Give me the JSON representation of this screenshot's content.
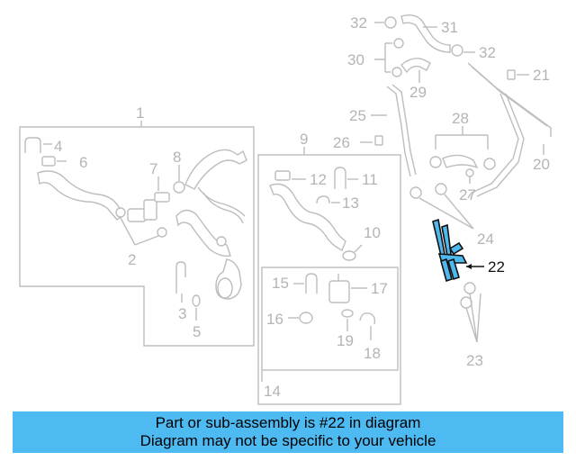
{
  "diagram": {
    "labels": [
      {
        "id": "label-1",
        "text": "1"
      },
      {
        "id": "label-2",
        "text": "2"
      },
      {
        "id": "label-3",
        "text": "3"
      },
      {
        "id": "label-4",
        "text": "4"
      },
      {
        "id": "label-5",
        "text": "5"
      },
      {
        "id": "label-6",
        "text": "6"
      },
      {
        "id": "label-7",
        "text": "7"
      },
      {
        "id": "label-8",
        "text": "8"
      },
      {
        "id": "label-9",
        "text": "9"
      },
      {
        "id": "label-10",
        "text": "10"
      },
      {
        "id": "label-11",
        "text": "11"
      },
      {
        "id": "label-12",
        "text": "12"
      },
      {
        "id": "label-13",
        "text": "13"
      },
      {
        "id": "label-14",
        "text": "14"
      },
      {
        "id": "label-15",
        "text": "15"
      },
      {
        "id": "label-16",
        "text": "16"
      },
      {
        "id": "label-17",
        "text": "17"
      },
      {
        "id": "label-18",
        "text": "18"
      },
      {
        "id": "label-19",
        "text": "19"
      },
      {
        "id": "label-20",
        "text": "20"
      },
      {
        "id": "label-21",
        "text": "21"
      },
      {
        "id": "label-22",
        "text": "22"
      },
      {
        "id": "label-23",
        "text": "23"
      },
      {
        "id": "label-24",
        "text": "24"
      },
      {
        "id": "label-25",
        "text": "25"
      },
      {
        "id": "label-26",
        "text": "26"
      },
      {
        "id": "label-27",
        "text": "27"
      },
      {
        "id": "label-28",
        "text": "28"
      },
      {
        "id": "label-29",
        "text": "29"
      },
      {
        "id": "label-30",
        "text": "30"
      },
      {
        "id": "label-31",
        "text": "31"
      },
      {
        "id": "label-32a",
        "text": "32"
      },
      {
        "id": "label-32b",
        "text": "32"
      }
    ],
    "highlight_part": "22",
    "colors": {
      "highlight": "#4fb8ec",
      "lines": "#bdbdbd",
      "banner": "#4dbaf2"
    }
  },
  "banner": {
    "line1": "Part or sub-assembly is #22 in diagram",
    "line2": "Diagram may not be specific to your vehicle"
  }
}
